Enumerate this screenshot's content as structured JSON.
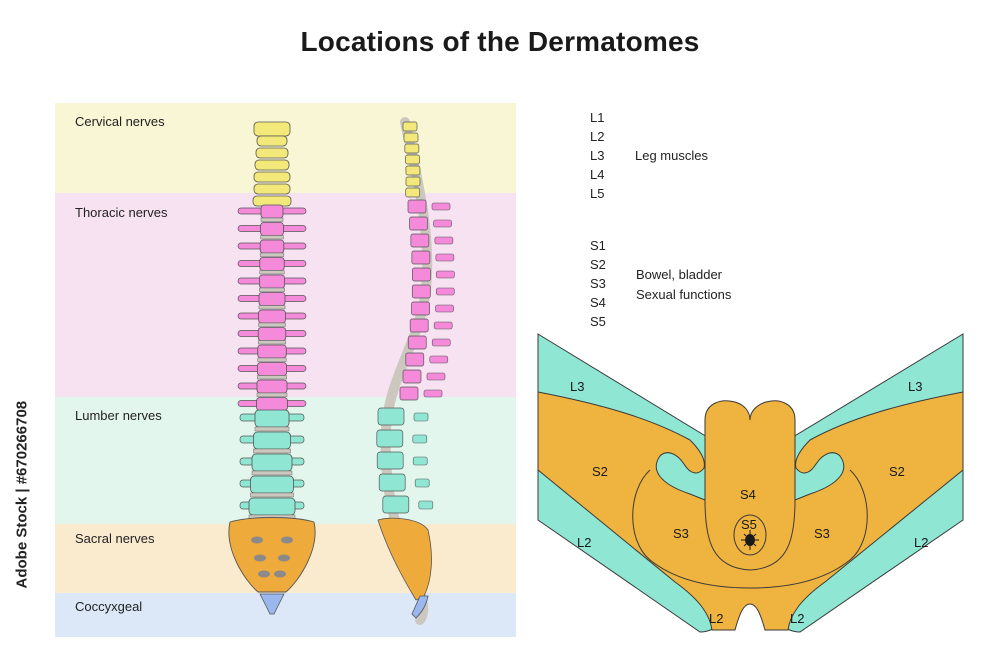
{
  "title": "Locations of the Dermatomes",
  "watermark": "Adobe Stock | #670266708",
  "regions": [
    {
      "label": "Cervical nerves",
      "color": "#f8f6d4"
    },
    {
      "label": "Thoracic nerves",
      "color": "#f7e2f2"
    },
    {
      "label": "Lumber nerves",
      "color": "#e3f6ee"
    },
    {
      "label": "Sacral nerves",
      "color": "#faebcf"
    },
    {
      "label": "Coccyxgeal",
      "color": "#dce8f7"
    }
  ],
  "vertebra_colors": {
    "cervical": "#f3e97a",
    "thoracic": "#f48ad9",
    "lumbar": "#8ee6d3",
    "sacral": "#eeab3c",
    "coccyx": "#9bb8ee",
    "disc": "#cdc8bf"
  },
  "lumbar_group": {
    "codes": [
      "L1",
      "L2",
      "L3",
      "L4",
      "L5"
    ],
    "function": "Leg muscles"
  },
  "sacral_group": {
    "codes": [
      "S1",
      "S2",
      "S3",
      "S4",
      "S5"
    ],
    "function_line1": "Bowel, bladder",
    "function_line2": "Sexual functions"
  },
  "dermatome_map": {
    "colors": {
      "outer": "#8ee6d3",
      "inner": "#efb33f",
      "outline": "#3a3a3a"
    },
    "labels": {
      "l3_left": "L3",
      "l3_right": "L3",
      "s2_left": "S2",
      "s2_right": "S2",
      "l2_left": "L2",
      "l2_right": "L2",
      "s3_left": "S3",
      "s3_right": "S3",
      "s4": "S4",
      "s5": "S5",
      "l2_bottom_left": "L2",
      "l2_bottom_right": "L2"
    }
  }
}
